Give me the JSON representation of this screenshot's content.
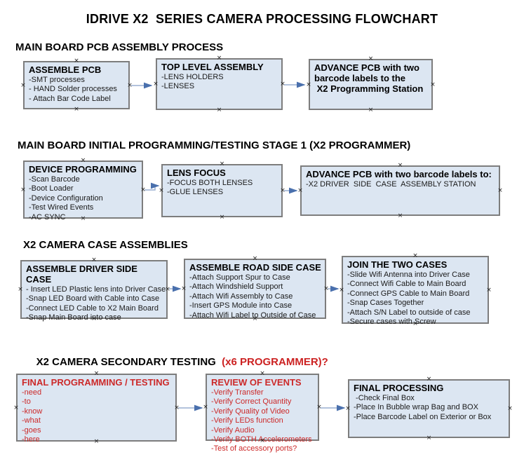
{
  "page_title": "IDRIVE X2  SERIES CAMERA PROCESSING FLOWCHART",
  "colors": {
    "box_fill": "#dce6f2",
    "box_border": "#7d7d7d",
    "arrow_line": "#98aed0",
    "arrow_head": "#4a70ad",
    "red_text": "#cc2929",
    "black_text": "#000000"
  },
  "sections": [
    {
      "heading": "MAIN BOARD PCB ASSEMBLY PROCESS",
      "boxes": [
        {
          "title": "ASSEMBLE PCB",
          "items": [
            "-SMT processes",
            "- HAND Solder processes",
            "- Attach Bar Code Label"
          ]
        },
        {
          "title": "TOP LEVEL ASSEMBLY",
          "items": [
            "-LENS HOLDERS",
            "-LENSES"
          ]
        },
        {
          "title": "ADVANCE PCB with two\nbarcode labels to the\n X2 Programming Station",
          "items": []
        }
      ]
    },
    {
      "heading": "MAIN BOARD INITIAL PROGRAMMING/TESTING STAGE 1 (X2 PROGRAMMER)",
      "boxes": [
        {
          "title": "DEVICE PROGRAMMING",
          "items": [
            "-Scan Barcode",
            "-Boot Loader",
            "-Device Configuration",
            "-Test Wired Events",
            "-AC SYNC"
          ]
        },
        {
          "title": "LENS FOCUS",
          "items": [
            "-FOCUS BOTH LENSES",
            "-GLUE LENSES"
          ]
        },
        {
          "title": "ADVANCE PCB with two barcode labels to:",
          "items": [
            "-X2 DRIVER  SIDE  CASE  ASSEMBLY STATION"
          ]
        }
      ]
    },
    {
      "heading": "X2 CAMERA CASE ASSEMBLIES",
      "boxes": [
        {
          "title": "ASSEMBLE DRIVER SIDE CASE",
          "items": [
            "- Insert LED Plastic lens into Driver Case",
            "-Snap LED Board with Cable into Case",
            "-Connect LED Cable to X2 Main Board",
            "-Snap Main Board into case"
          ]
        },
        {
          "title": "ASSEMBLE ROAD SIDE CASE",
          "items": [
            "-Attach Support Spur to Case",
            "-Attach Windshield Support",
            "-Attach Wifi Assembly to Case",
            "-Insert GPS Module into Case",
            "-Attach Wifi Label to Outside of Case"
          ]
        },
        {
          "title": "JOIN THE TWO CASES",
          "items": [
            "-Slide Wifi Antenna into Driver Case",
            "-Connect Wifi Cable to Main Board",
            "-Connect GPS Cable to Main Board",
            "-Snap Cases Together",
            "-Attach S/N Label to outside of case",
            "-Secure cases with Screw"
          ]
        }
      ]
    },
    {
      "heading_black": "X2 CAMERA SECONDARY TESTING ",
      "heading_red": " (x6 PROGRAMMER)?",
      "boxes": [
        {
          "title": "FINAL PROGRAMMING / TESTING",
          "items": [
            "-need",
            "-to",
            "-know",
            "-what",
            "-goes",
            "-here"
          ]
        },
        {
          "title": "REVIEW OF EVENTS",
          "items": [
            "-Verify Transfer",
            "-Verify Correct Quantity",
            "-Verify Quality of Video",
            "-Verify LEDs function",
            "-Verify Audio",
            "-Verify BOTH Accelerometers",
            "-Test of accessory ports?"
          ]
        },
        {
          "title": "FINAL PROCESSING",
          "items": [
            " -Check Final Box",
            "-Place In Bubble wrap Bag and BOX",
            "-Place Barcode Label on Exterior or Box"
          ]
        }
      ]
    }
  ]
}
